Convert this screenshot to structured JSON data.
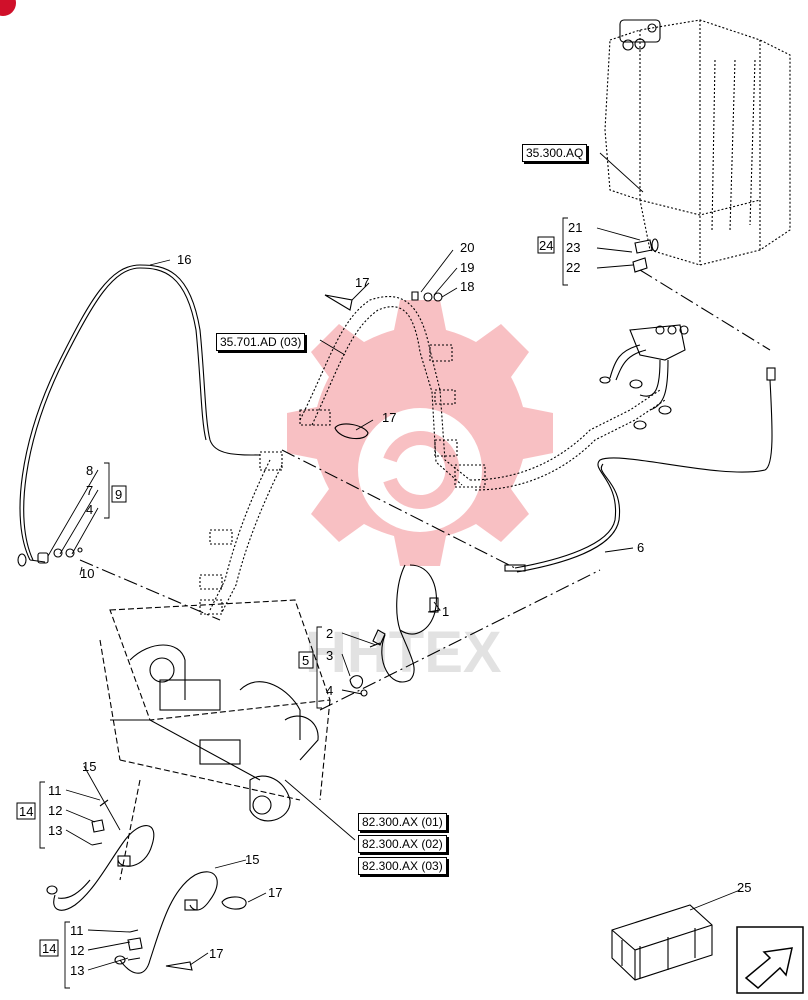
{
  "callouts": {
    "n1": "1",
    "n2": "2",
    "n3": "3",
    "n4a": "4",
    "n4b": "4",
    "n5": "5",
    "n6": "6",
    "n7": "7",
    "n8": "8",
    "n9": "9",
    "n10": "10",
    "n11a": "11",
    "n11b": "11",
    "n12a": "12",
    "n12b": "12",
    "n13a": "13",
    "n13b": "13",
    "n14a": "14",
    "n14b": "14",
    "n15a": "15",
    "n15b": "15",
    "n16": "16",
    "n17a": "17",
    "n17b": "17",
    "n17c": "17",
    "n17d": "17",
    "n18": "18",
    "n19": "19",
    "n20": "20",
    "n21": "21",
    "n22": "22",
    "n23": "23",
    "n24": "24",
    "n25": "25"
  },
  "references": {
    "ref_35300AQ": "35.300.AQ",
    "ref_35701AD03": "35.701.AD (03)",
    "ref_82300AX01": "82.300.AX (01)",
    "ref_82300AX02": "82.300.AX (02)",
    "ref_82300AX03": "82.300.AX (03)"
  },
  "watermark": {
    "text": "HHTEX",
    "color": "#e8202a"
  },
  "colors": {
    "line": "#000000",
    "badge": "#d0102a"
  },
  "icons": [
    "nav-arrow-icon",
    "crate-icon"
  ]
}
